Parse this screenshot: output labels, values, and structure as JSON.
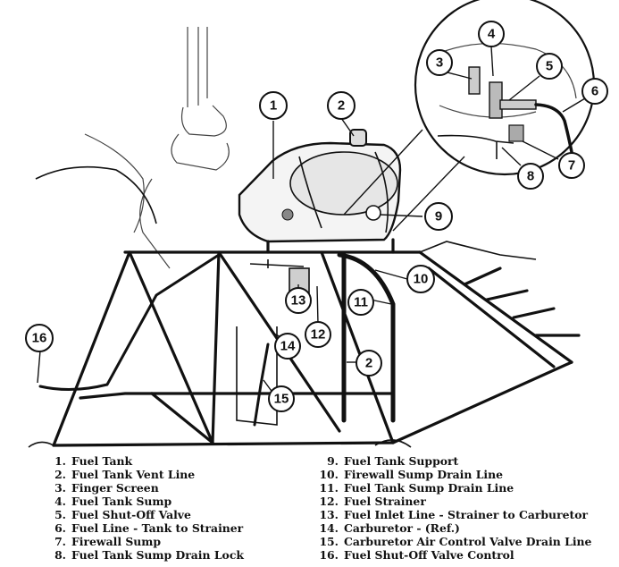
{
  "callouts": [
    "1",
    "2",
    "3",
    "4",
    "5",
    "6",
    "7",
    "8",
    "9",
    "10",
    "11",
    "12",
    "13",
    "14",
    "15",
    "16",
    "2"
  ],
  "legend": [
    {
      "num": "1.",
      "label": "Fuel Tank"
    },
    {
      "num": "2.",
      "label": "Fuel Tank Vent Line"
    },
    {
      "num": "3.",
      "label": "Finger Screen"
    },
    {
      "num": "4.",
      "label": "Fuel Tank Sump"
    },
    {
      "num": "5.",
      "label": "Fuel Shut-Off Valve"
    },
    {
      "num": "6.",
      "label": "Fuel Line - Tank to Strainer"
    },
    {
      "num": "7.",
      "label": "Firewall Sump"
    },
    {
      "num": "8.",
      "label": "Fuel Tank Sump Drain Lock"
    },
    {
      "num": "9.",
      "label": "Fuel Tank Support"
    },
    {
      "num": "10.",
      "label": "Firewall Sump Drain Line"
    },
    {
      "num": "11.",
      "label": "Fuel Tank Sump Drain Line"
    },
    {
      "num": "12.",
      "label": "Fuel Strainer"
    },
    {
      "num": "13.",
      "label": "Fuel Inlet Line - Strainer to Carburetor"
    },
    {
      "num": "14.",
      "label": "Carburetor - (Ref.)"
    },
    {
      "num": "15.",
      "label": "Carburetor Air Control Valve Drain Line"
    },
    {
      "num": "16.",
      "label": "Fuel Shut-Off Valve Control"
    }
  ]
}
